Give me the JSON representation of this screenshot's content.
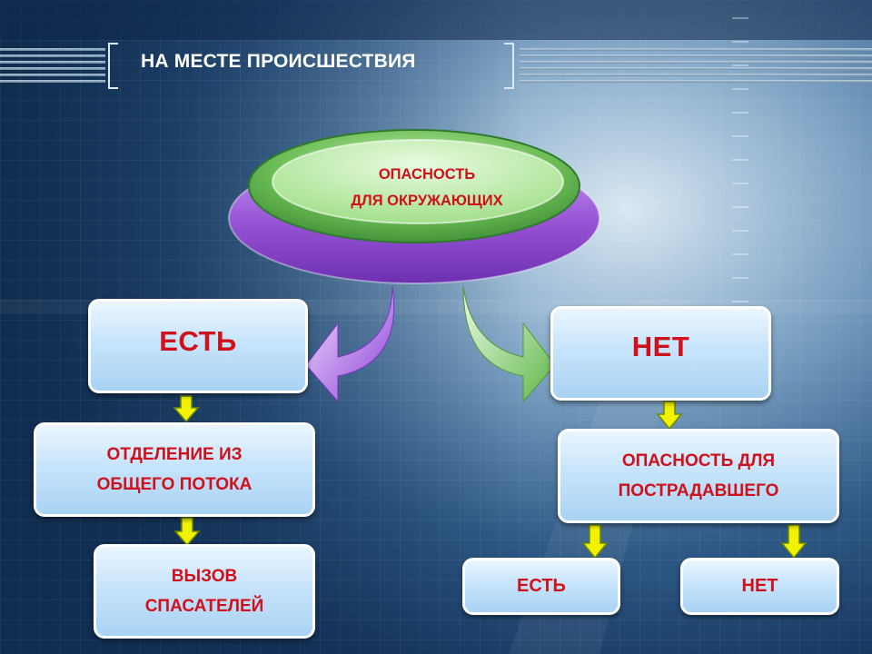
{
  "header": {
    "title": "НА МЕСТЕ ПРОИСШЕСТВИЯ"
  },
  "root": {
    "line1": "ОПАСНОСТЬ",
    "line2": "ДЛЯ ОКРУЖАЮЩИХ"
  },
  "left_branch": {
    "answer": "ЕСТЬ",
    "step1": {
      "line1": "ОТДЕЛЕНИЕ ИЗ",
      "line2": "ОБЩЕГО ПОТОКА"
    },
    "step2": {
      "line1": "ВЫЗОВ",
      "line2": "СПАСАТЕЛЕЙ"
    }
  },
  "right_branch": {
    "answer": "НЕТ",
    "step1": {
      "line1": "ОПАСНОСТЬ ДЛЯ",
      "line2": "ПОСТРАДАВШЕГО"
    },
    "yes": "ЕСТЬ",
    "no": "НЕТ"
  },
  "colors": {
    "text_red": "#d0101a",
    "connector_yellow": "#f2f200",
    "ellipse_green": "#5cb04e",
    "ellipse_purple": "#9a57d8"
  }
}
